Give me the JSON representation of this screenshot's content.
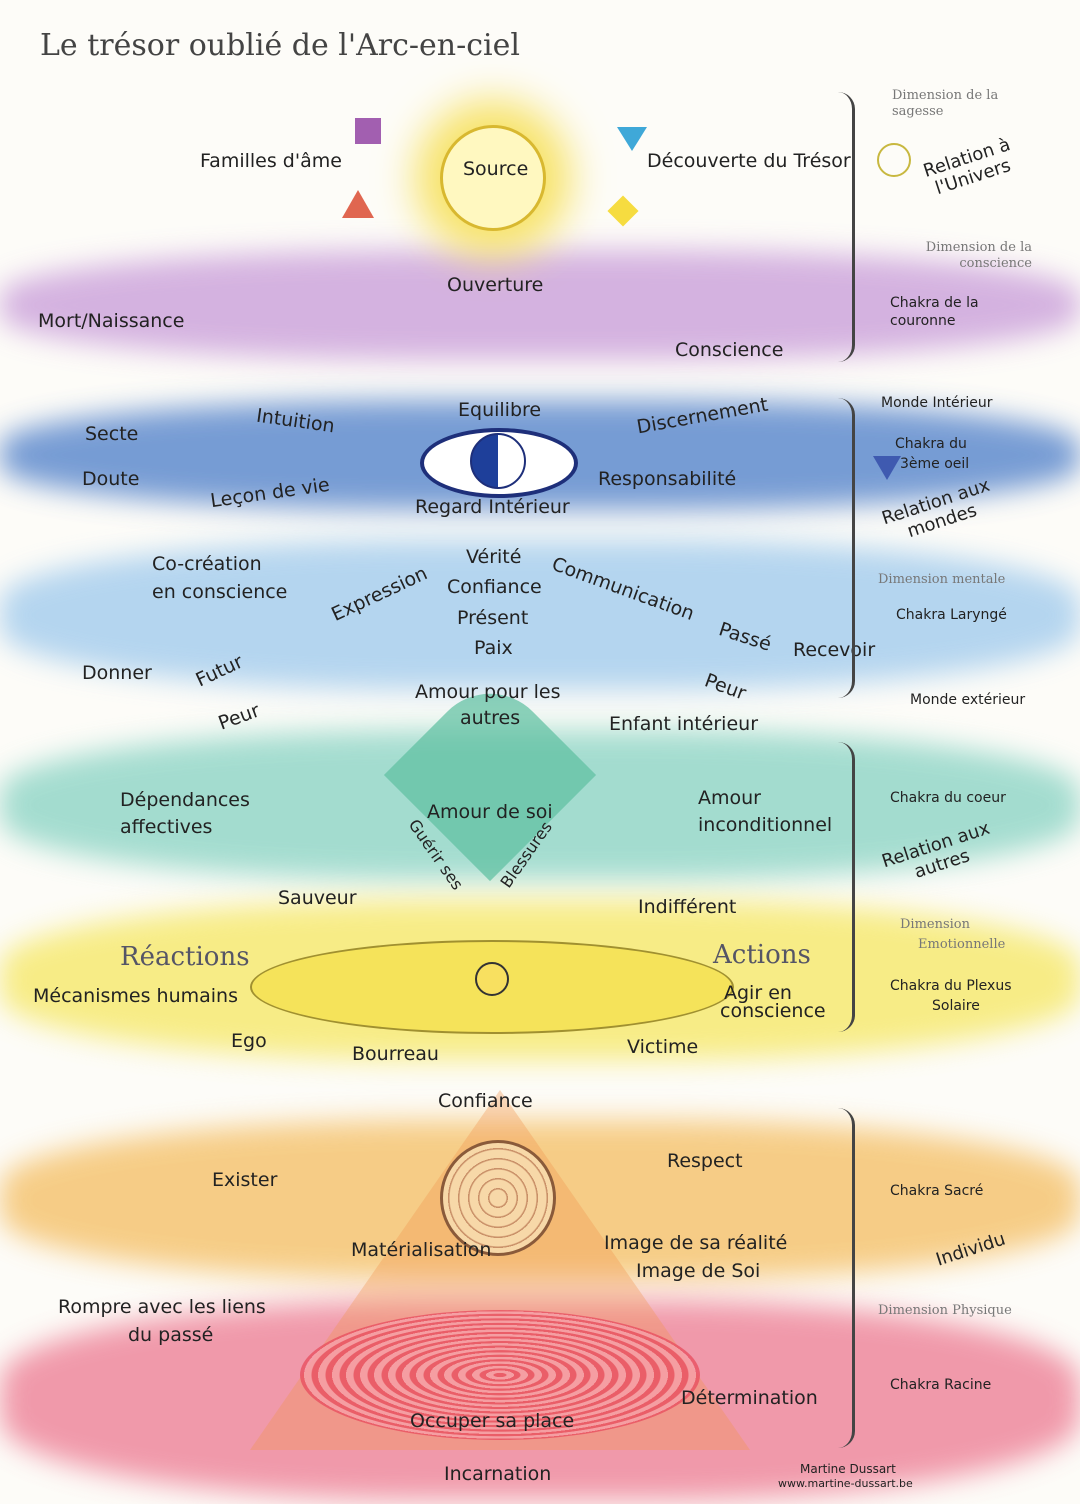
{
  "title": "Le trésor oublié de l'Arc-en-ciel",
  "colors": {
    "violet": "#c79ad8",
    "indigo": "#3f6cc0",
    "blue": "#8fc0e8",
    "green": "#6fc7b5",
    "yellow": "#f3e35a",
    "orange": "#f2b24f",
    "red": "#e8607a"
  },
  "top": {
    "source": "Source",
    "familles": "Familles d'âme",
    "decouverte": "Découverte du Trésor",
    "ouverture": "Ouverture",
    "mort": "Mort/Naissance",
    "conscience": "Conscience"
  },
  "eye": {
    "equilibre": "Equilibre",
    "intuition": "Intuition",
    "discernement": "Discernement",
    "secte": "Secte",
    "doute": "Doute",
    "lecon": "Leçon de vie",
    "responsabilite": "Responsabilité",
    "regard": "Regard Intérieur"
  },
  "throat": {
    "cocreation1": "Co-création",
    "cocreation2": "en conscience",
    "verite": "Vérité",
    "confiance": "Confiance",
    "expression": "Expression",
    "communication": "Communication",
    "present": "Présent",
    "paix": "Paix",
    "passe": "Passé",
    "recevoir": "Recevoir",
    "donner": "Donner",
    "futur": "Futur",
    "peur_left": "Peur",
    "peur_right": "Peur"
  },
  "heart": {
    "amour_autres1": "Amour pour les",
    "amour_autres2": "autres",
    "enfant": "Enfant intérieur",
    "dependances1": "Dépendances",
    "dependances2": "affectives",
    "amour_soi": "Amour de soi",
    "amour_incond1": "Amour",
    "amour_incond2": "inconditionnel",
    "guerir": "Guérir ses",
    "blessures": "Blessures"
  },
  "plexus": {
    "sauveur": "Sauveur",
    "indifferent": "Indifférent",
    "reactions": "Réactions",
    "actions": "Actions",
    "mecanismes": "Mécanismes humains",
    "agir1": "Agir en",
    "agir2": "conscience",
    "ego": "Ego",
    "bourreau": "Bourreau",
    "victime": "Victime"
  },
  "base": {
    "confiance": "Confiance",
    "respect": "Respect",
    "exister": "Exister",
    "materialisation": "Matérialisation",
    "image_realite": "Image de sa réalité",
    "image_soi": "Image de Soi",
    "rompre1": "Rompre avec les liens",
    "rompre2": "du passé",
    "determination": "Détermination",
    "occuper": "Occuper sa place",
    "incarnation": "Incarnation"
  },
  "side": {
    "dim_sagesse": "Dimension de la sagesse",
    "rel_univers1": "Relation à",
    "rel_univers2": "l'Univers",
    "dim_conscience": "Dimension de la conscience",
    "chakra_couronne": "Chakra de la couronne",
    "monde_interieur": "Monde Intérieur",
    "chakra_3e1": "Chakra du",
    "chakra_3e2": "3ème oeil",
    "rel_mondes1": "Relation aux",
    "rel_mondes2": "mondes",
    "dim_mentale": "Dimension mentale",
    "chakra_larynge": "Chakra Laryngé",
    "monde_exterieur": "Monde extérieur",
    "chakra_coeur": "Chakra du coeur",
    "rel_autres1": "Relation aux",
    "rel_autres2": "autres",
    "dim_emo1": "Dimension",
    "dim_emo2": "Emotionnelle",
    "chakra_plexus1": "Chakra du Plexus",
    "chakra_plexus2": "Solaire",
    "chakra_sacre": "Chakra Sacré",
    "individu": "Individu",
    "dim_physique": "Dimension Physique",
    "chakra_racine": "Chakra Racine"
  },
  "credit": {
    "author": "Martine Dussart",
    "site": "www.martine-dussart.be"
  }
}
